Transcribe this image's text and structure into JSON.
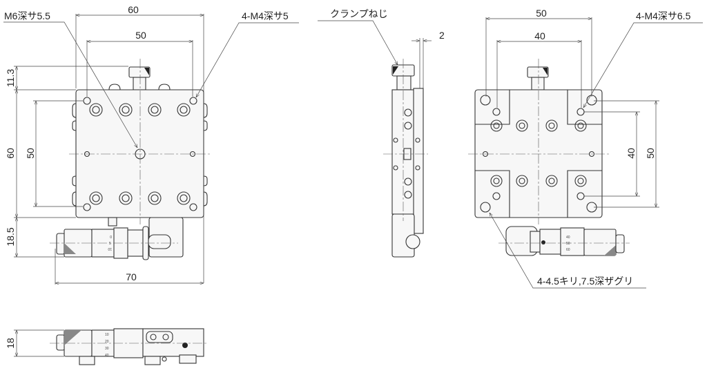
{
  "front_view": {
    "dim_width_outer": "60",
    "dim_width_holes": "50",
    "dim_clamp_height": "11.3",
    "dim_height_outer": "60",
    "dim_height_holes": "50",
    "dim_micrometer": "18.5",
    "dim_total_width": "70",
    "label_center_hole": "M6深サ5.5",
    "label_corner_holes": "4-M4深サ5",
    "micrometer_scale": [
      "0",
      "5",
      "10"
    ]
  },
  "side_view": {
    "label_clamp_screw": "クランプねじ",
    "dim_offset": "2"
  },
  "right_view": {
    "dim_width_outer": "50",
    "dim_width_inner": "40",
    "dim_height_inner": "40",
    "dim_height_outer": "50",
    "label_tapped_holes": "4-M4深サ6.5",
    "label_counterbore": "4-4.5キリ,7.5深ザグリ",
    "micrometer_scale": [
      "40",
      "50",
      "60"
    ]
  },
  "bottom_view": {
    "dim_height": "18",
    "micrometer_scale": [
      "10",
      "20",
      "30",
      "40"
    ]
  }
}
